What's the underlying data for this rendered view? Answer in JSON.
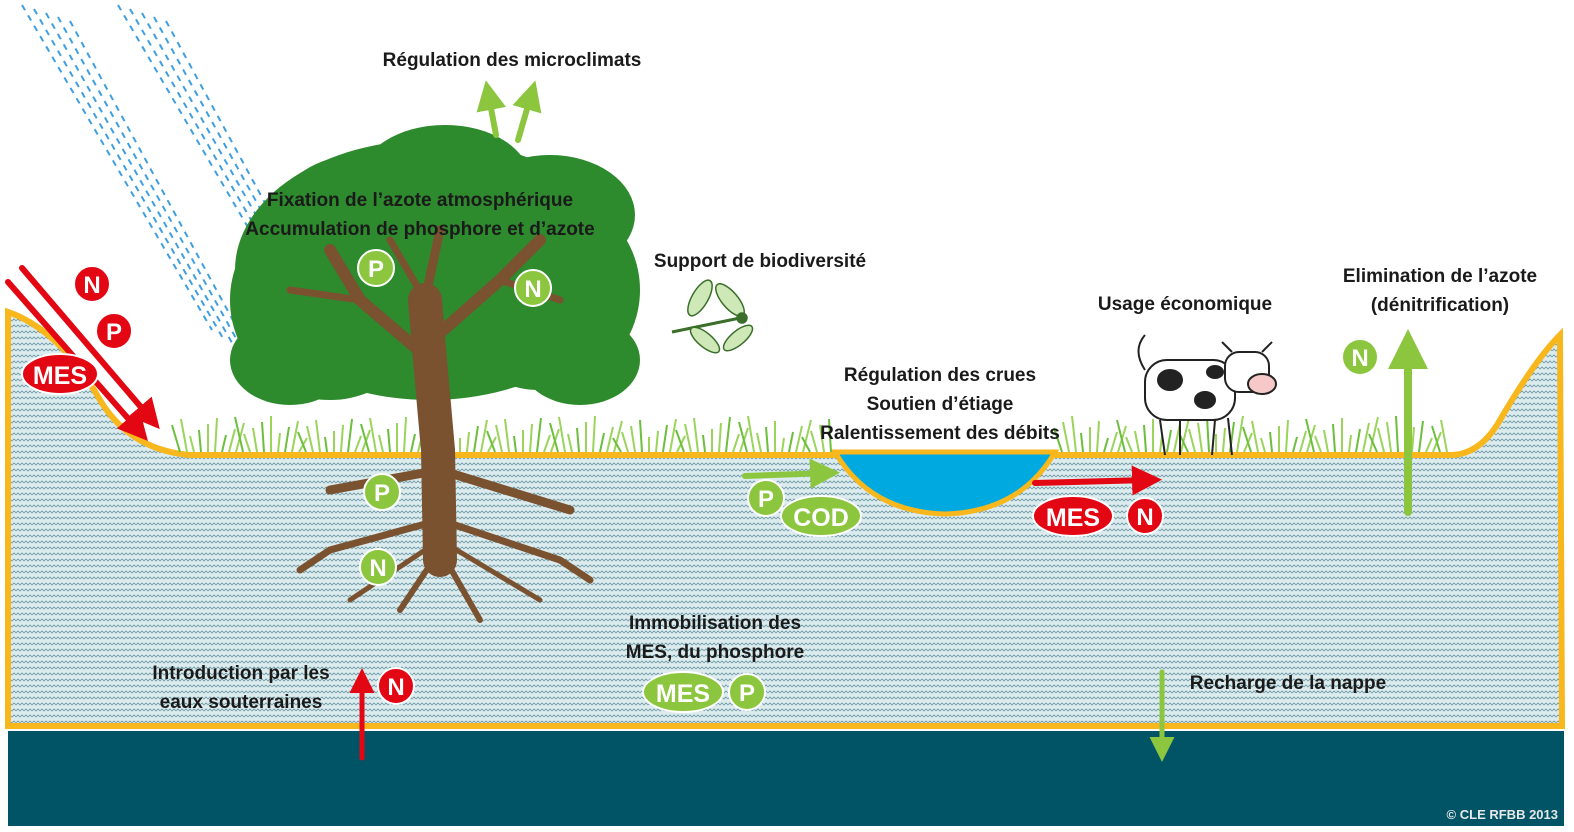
{
  "labels": {
    "microclimats": "Régulation des microclimats",
    "fixation_line1": "Fixation de l’azote atmosphérique",
    "fixation_line2": "Accumulation de phosphore et d’azote",
    "biodiversite": "Support de biodiversité",
    "usage": "Usage économique",
    "elimination_line1": "Elimination de l’azote",
    "elimination_line2": "(dénitrification)",
    "crues_line1": "Régulation des crues",
    "crues_line2": "Soutien d’étiage",
    "crues_line3": "Ralentissement des débits",
    "immobilisation_line1": "Immobilisation des",
    "immobilisation_line2": "MES, du phosphore",
    "introduction_line1": "Introduction par les",
    "introduction_line2": "eaux souterraines",
    "recharge": "Recharge de la nappe",
    "copyright": "© CLE RFBB 2013"
  },
  "badges": {
    "runoff_n": "N",
    "runoff_p": "P",
    "runoff_mes": "MES",
    "canopy_p": "P",
    "canopy_n": "N",
    "root_p": "P",
    "root_n": "N",
    "pond_in_p": "P",
    "pond_in_cod": "COD",
    "outflow_mes": "MES",
    "outflow_n": "N",
    "denitrif_n": "N",
    "groundwater_n": "N",
    "immob_mes": "MES",
    "immob_p": "P"
  },
  "colors": {
    "green_badge": "#8cc63f",
    "red_badge": "#e30613",
    "green_arrow": "#8cc63f",
    "red_arrow": "#e30613",
    "soil_border": "#f7b71d",
    "pond": "#00a9e0",
    "aquifer": "#005466",
    "canopy": "#2d8a2d",
    "trunk": "#7a5230",
    "rain": "#3f9fe0"
  }
}
